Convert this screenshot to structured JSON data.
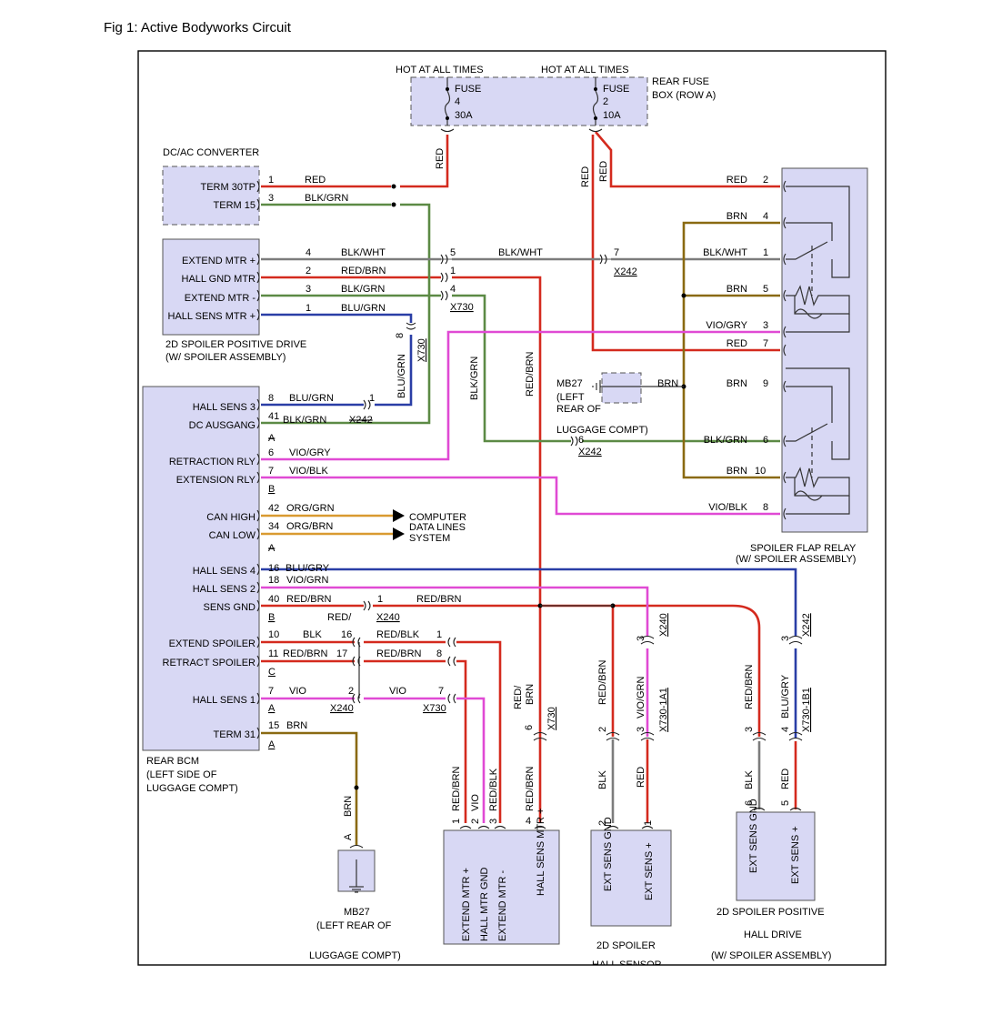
{
  "figure_title": "Fig 1: Active Bodyworks Circuit",
  "fuse_box": {
    "hot1": "HOT AT ALL TIMES",
    "hot2": "HOT AT ALL TIMES",
    "fuse4": [
      "FUSE",
      "4",
      "30A"
    ],
    "fuse2": [
      "FUSE",
      "2",
      "10A"
    ],
    "name": [
      "REAR FUSE",
      "BOX (ROW A)"
    ]
  },
  "dcac": {
    "name": "DC/AC CONVERTER",
    "pins": [
      "TERM 30TP",
      "TERM 15"
    ],
    "pin_nums": [
      "1",
      "3"
    ],
    "wires": [
      "RED",
      "BLK/GRN"
    ]
  },
  "drive": {
    "pins": [
      "EXTEND MTR +",
      "HALL GND MTR",
      "EXTEND MTR -",
      "HALL SENS MTR +"
    ],
    "pin_nums": [
      "4",
      "2",
      "3",
      "1"
    ],
    "wires": [
      "BLK/WHT",
      "RED/BRN",
      "BLK/GRN",
      "BLU/GRN"
    ],
    "name": [
      "2D SPOILER POSITIVE DRIVE",
      "(W/ SPOILER ASSEMBLY)"
    ],
    "x730_pins": [
      "5",
      "1",
      "4"
    ],
    "x730": "X730",
    "x242_pin": "7",
    "x242": "X242",
    "blk_wht": "BLK/WHT"
  },
  "bcm": {
    "pins": [
      "HALL SENS 3",
      "DC AUSGANG",
      "RETRACTION RLY",
      "EXTENSION RLY",
      "CAN HIGH",
      "CAN LOW",
      "HALL SENS 4",
      "HALL SENS 2",
      "SENS GND",
      "EXTEND SPOILER",
      "RETRACT SPOILER",
      "HALL SENS 1",
      "TERM 31"
    ],
    "pin_nums": [
      "8",
      "41",
      "6",
      "7",
      "42",
      "34",
      "16",
      "18",
      "40",
      "10",
      "11",
      "7",
      "15"
    ],
    "wires": [
      "BLU/GRN",
      "BLK/GRN",
      "VIO/GRY",
      "VIO/BLK",
      "ORG/GRN",
      "ORG/BRN",
      "BLU/GRY",
      "VIO/GRN",
      "RED/BRN",
      "BLK",
      "RED/BRN",
      "VIO",
      "BRN"
    ],
    "connector_letters": [
      "A",
      "B",
      "A",
      "B",
      "C",
      "A",
      "A"
    ],
    "name": [
      "REAR BCM",
      "(LEFT SIDE OF",
      "LUGGAGE COMPT)"
    ],
    "computer_data": [
      "COMPUTER",
      "DATA LINES",
      "SYSTEM"
    ]
  },
  "relay": {
    "name": [
      "SPOILER FLAP RELAY",
      "(W/ SPOILER ASSEMBLY)"
    ],
    "pins": [
      "2",
      "4",
      "1",
      "5",
      "3",
      "7",
      "9",
      "6",
      "10",
      "8"
    ],
    "wires": [
      "RED",
      "BRN",
      "BLK/WHT",
      "BRN",
      "VIO/GRY",
      "RED",
      "BRN",
      "BLK/GRN",
      "BRN",
      "VIO/BLK"
    ]
  },
  "ground_mid": {
    "name": [
      "MB27",
      "(LEFT",
      "REAR OF",
      "LUGGAGE COMPT)"
    ],
    "wire": "BRN"
  },
  "ground_bottom": {
    "name": [
      "MB27",
      "(LEFT REAR OF",
      "LUGGAGE COMPT)"
    ],
    "wire": "BRN",
    "pin": "A"
  },
  "splice_labels": {
    "x240": "X240",
    "x730": "X730",
    "x242": "X242",
    "x730_1a1": "X730-1A1",
    "x730_1b1": "X730-1B1",
    "red_slash": "RED/",
    "red_brn": "RED/BRN",
    "red_blk": "RED/BLK",
    "brn": "BRN",
    "blu_gry": "BLU/GRY",
    "vio_grn": "VIO/GRN",
    "blk": "BLK",
    "red": "RED",
    "vio": "VIO",
    "blu_grn": "BLU/GRN",
    "blk_grn": "BLK/GRN",
    "red_brn_v": "RED/BRN",
    "red_v": "RED"
  },
  "motor": {
    "pins": [
      "EXTEND MTR +",
      "HALL MTR GND",
      "EXTEND MTR -",
      "HALL SENS MTR +"
    ],
    "pin_nums": [
      "1",
      "2",
      "3",
      "4"
    ]
  },
  "hall_sensor": {
    "pins": [
      "EXT SENS GND",
      "EXT SENS +"
    ],
    "pin_nums": [
      "2",
      "1"
    ],
    "name": [
      "2D SPOILER",
      "HALL SENSOR"
    ]
  },
  "hall_drive": {
    "pins": [
      "EXT SENS GND",
      "EXT SENS +"
    ],
    "pin_nums": [
      "6",
      "5"
    ],
    "name": [
      "2D SPOILER POSITIVE",
      "HALL DRIVE",
      "(W/ SPOILER ASSEMBLY)"
    ]
  }
}
